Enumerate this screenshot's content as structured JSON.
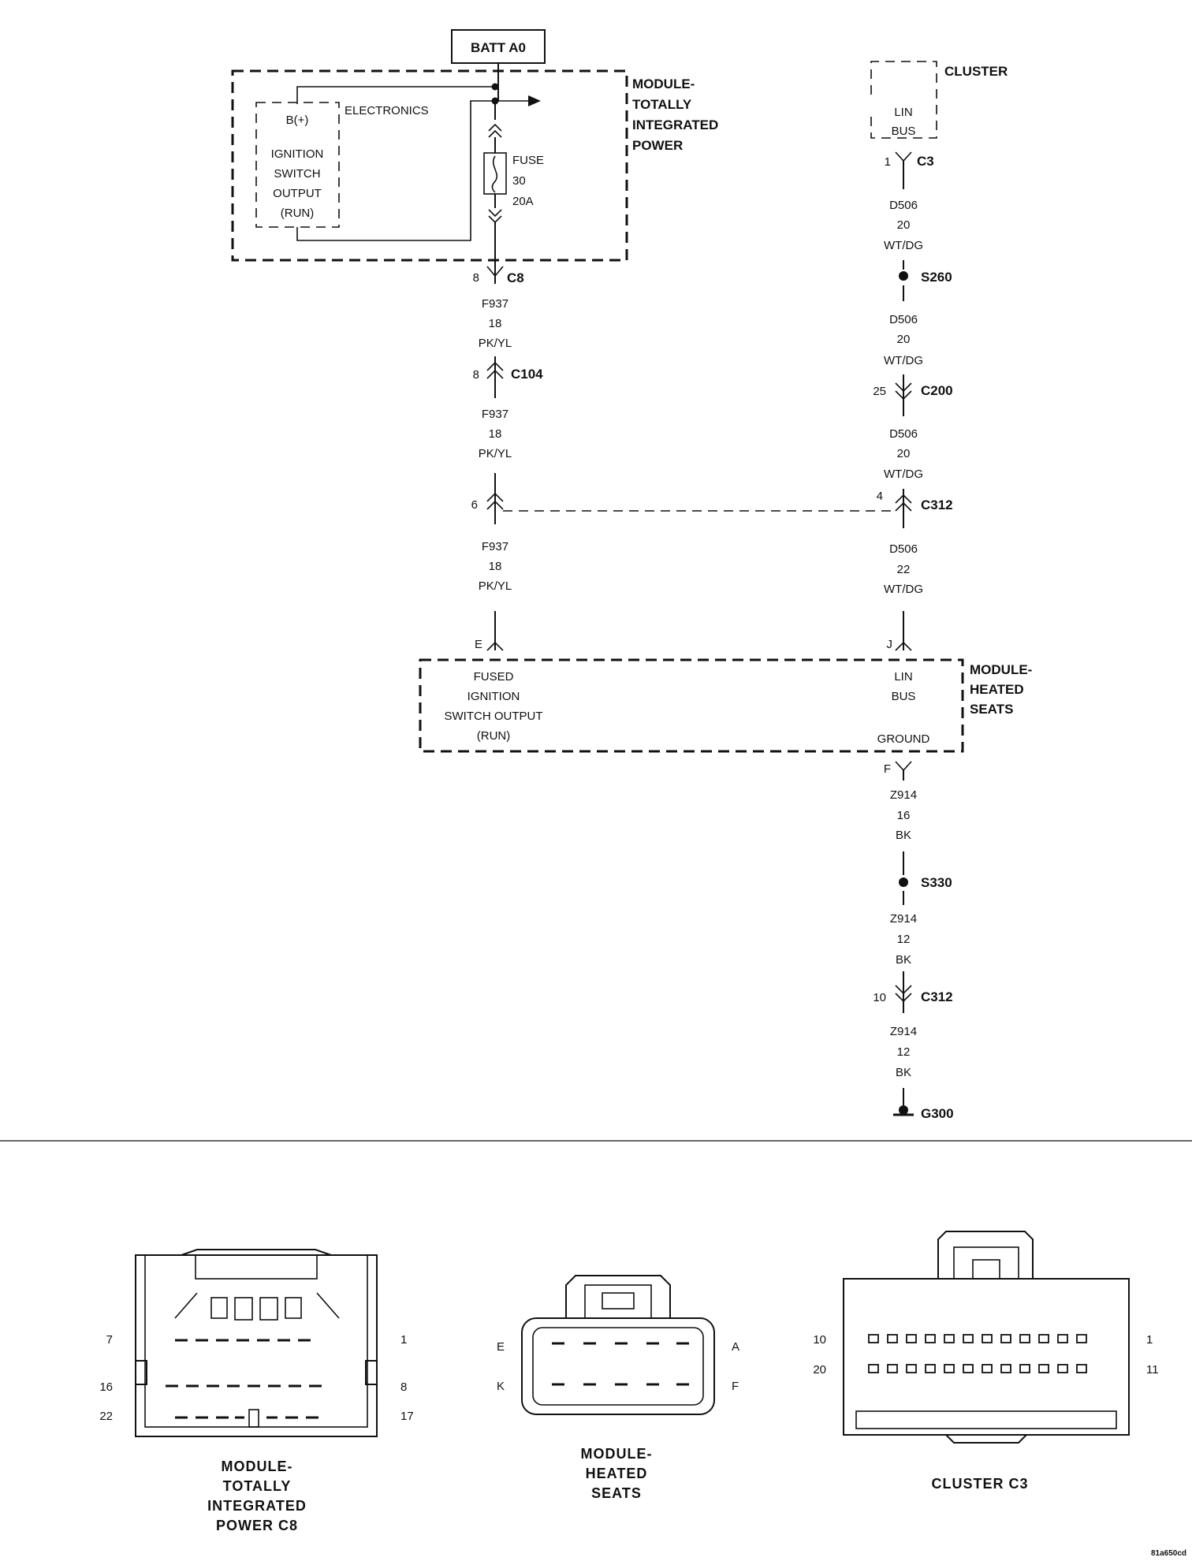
{
  "battery": {
    "label": "BATT A0"
  },
  "tipm": {
    "title_lines": [
      "MODULE-",
      "TOTALLY",
      "INTEGRATED",
      "POWER"
    ],
    "bplus": "B(+)",
    "electronics": "ELECTRONICS",
    "ign_lines": [
      "IGNITION",
      "SWITCH",
      "OUTPUT",
      "(RUN)"
    ],
    "fuse_lines": [
      "FUSE",
      "30",
      "20A"
    ]
  },
  "cluster": {
    "title": "CLUSTER",
    "lin_lines": [
      "LIN",
      "BUS"
    ]
  },
  "left_circuit": {
    "c8_pin": "8",
    "c8": "C8",
    "wire1": [
      "F937",
      "18",
      "PK/YL"
    ],
    "c104_pin": "8",
    "c104": "C104",
    "wire2": [
      "F937",
      "18",
      "PK/YL"
    ],
    "c312_pin": "6",
    "wire3": [
      "F937",
      "18",
      "PK/YL"
    ],
    "module_pin": "E"
  },
  "right_circuit": {
    "c3_pin": "1",
    "c3": "C3",
    "wire1": [
      "D506",
      "20",
      "WT/DG"
    ],
    "s260": "S260",
    "wire2": [
      "D506",
      "20",
      "WT/DG"
    ],
    "c200_pin": "25",
    "c200": "C200",
    "wire3": [
      "D506",
      "20",
      "WT/DG"
    ],
    "c312_pin": "4",
    "c312": "C312",
    "wire4": [
      "D506",
      "22",
      "WT/DG"
    ],
    "module_pin": "J"
  },
  "heated_seats": {
    "title_lines": [
      "MODULE-",
      "HEATED",
      "SEATS"
    ],
    "fused_lines": [
      "FUSED",
      "IGNITION",
      "SWITCH OUTPUT",
      "(RUN)"
    ],
    "lin_lines": [
      "LIN",
      "BUS"
    ],
    "ground": "GROUND"
  },
  "ground_circuit": {
    "f_pin": "F",
    "wire1": [
      "Z914",
      "16",
      "BK"
    ],
    "s330": "S330",
    "wire2": [
      "Z914",
      "12",
      "BK"
    ],
    "c312_pin": "10",
    "c312": "C312",
    "wire3": [
      "Z914",
      "12",
      "BK"
    ],
    "g300": "G300"
  },
  "connectors": {
    "tipm_c8": {
      "pins": {
        "top_left": "7",
        "top_right": "1",
        "mid_left": "16",
        "mid_right": "8",
        "bot_left": "22",
        "bot_right": "17"
      },
      "caption_lines": [
        "MODULE-",
        "TOTALLY",
        "INTEGRATED",
        "POWER C8"
      ]
    },
    "heated_seats": {
      "pins": {
        "top_left": "E",
        "top_right": "A",
        "bot_left": "K",
        "bot_right": "F"
      },
      "caption_lines": [
        "MODULE-",
        "HEATED",
        "SEATS"
      ]
    },
    "cluster_c3": {
      "pins": {
        "top_left": "10",
        "top_right": "1",
        "bot_left": "20",
        "bot_right": "11"
      },
      "caption": "CLUSTER C3"
    }
  },
  "figure_id": "81a650cd"
}
